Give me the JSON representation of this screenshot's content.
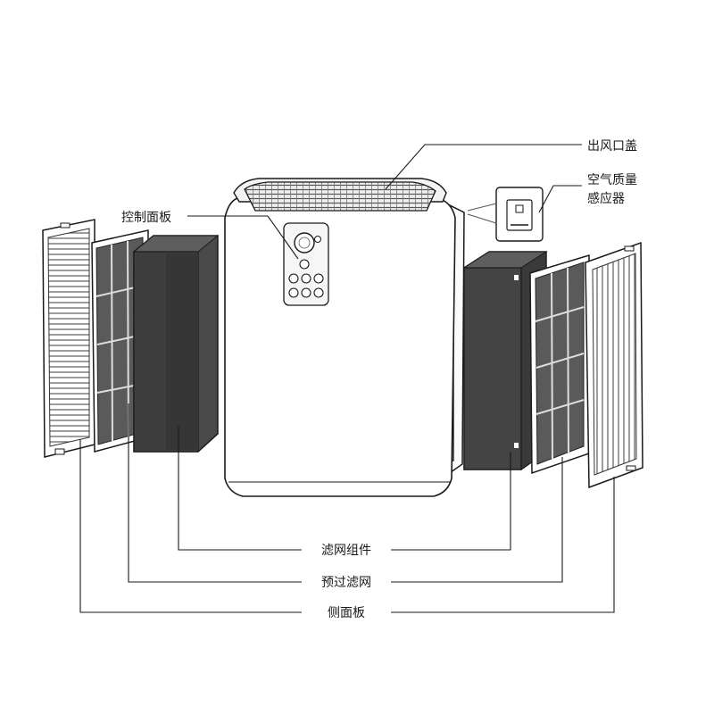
{
  "labels": {
    "air_outlet_cover": "出风口盖",
    "air_quality_sensor_line1": "空气质量",
    "air_quality_sensor_line2": "感应器",
    "control_panel": "控制面板",
    "filter_assembly": "滤网组件",
    "pre_filter": "预过滤网",
    "side_panel": "侧面板"
  },
  "colors": {
    "line": "#1a1a1a",
    "body_fill": "#ffffff",
    "filter_dark": "#3a3a3a",
    "filter_frame": "#4a4a4a",
    "mesh_gray": "#7a7a7a"
  }
}
